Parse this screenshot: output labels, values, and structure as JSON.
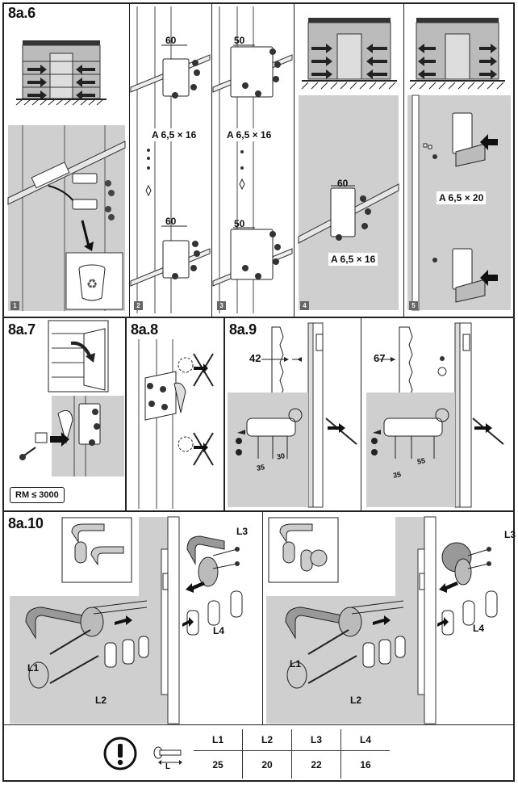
{
  "sections": {
    "s1": "8a.6",
    "s2": "8a.7",
    "s3": "8a.8",
    "s4": "8a.9",
    "s5": "8a.10"
  },
  "steps": [
    "1",
    "2",
    "3",
    "4",
    "5"
  ],
  "dimensions": {
    "d60a": "60",
    "d50a": "50",
    "d60b": "60",
    "d50b": "50",
    "d60c": "60",
    "d42": "42",
    "d67": "67",
    "d35a": "35",
    "d30": "30",
    "d35b": "35",
    "d55": "55"
  },
  "screws": {
    "s_a": "A 6,5 × 16",
    "s_b": "A 6,5 × 16",
    "s_c": "A 6,5 × 20",
    "s_d": "A 6,5 × 16"
  },
  "rm_label": "RM ≤ 3000",
  "callouts": {
    "l1a": "L1",
    "l2a": "L2",
    "l3a": "L3",
    "l4a": "L4",
    "l1b": "L1",
    "l2b": "L2",
    "l3b": "L3",
    "l4b": "L4",
    "l_small": "L"
  },
  "warning_icon": "exclamation-circle-icon",
  "table": {
    "headers": [
      "L1",
      "L2",
      "L3",
      "L4"
    ],
    "values": [
      "25",
      "20",
      "22",
      "16"
    ]
  },
  "colors": {
    "line": "#222222",
    "panel_grey": "#cfcfcf"
  }
}
